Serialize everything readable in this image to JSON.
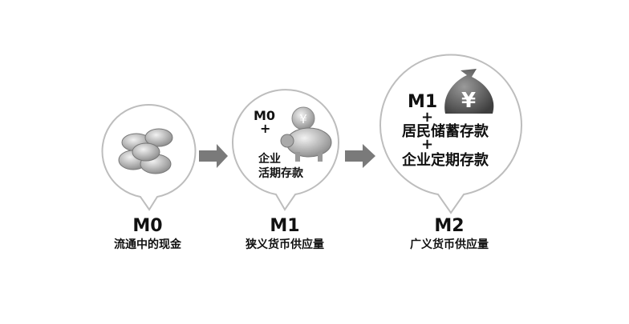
{
  "stages": [
    {
      "code": "M0",
      "subtitle": "流通中的现金",
      "bubble": {
        "lines": []
      }
    },
    {
      "code": "M1",
      "subtitle": "狭义货币供应量",
      "bubble": {
        "base": "M0",
        "plus": "+",
        "line1": "企业",
        "line2": "活期存款"
      }
    },
    {
      "code": "M2",
      "subtitle": "广义货币供应量",
      "bubble": {
        "base": "M1",
        "plus": "+",
        "line1": "居民储蓄存款",
        "plus2": "+",
        "line2": "企业定期存款"
      }
    }
  ],
  "icons": {
    "yen": "¥"
  },
  "colors": {
    "bubble_stroke": "#bdbdbd",
    "arrow": "#7a7a7a",
    "text": "#111111"
  }
}
